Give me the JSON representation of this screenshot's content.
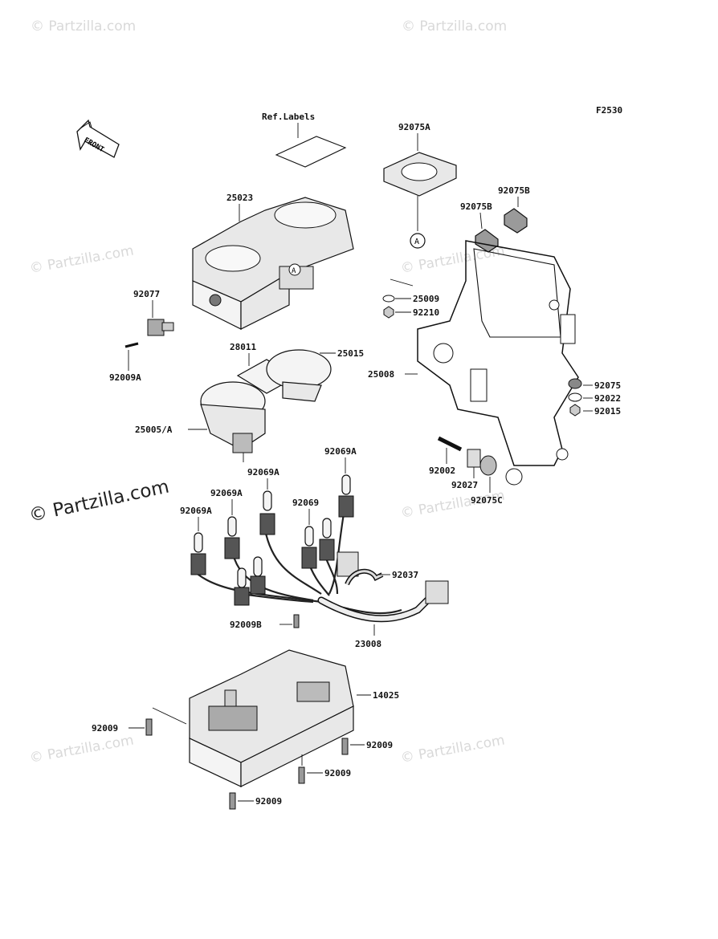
{
  "figure_code": "F2530",
  "front_label": "FRONT",
  "ref_labels": "Ref.Labels",
  "circle_marker": "A",
  "watermark": "© Partzilla.com",
  "parts": {
    "p25023": "25023",
    "p92077": "92077",
    "p92009A": "92009A",
    "p28011": "28011",
    "p25015": "25015",
    "p25005A": "25005/A",
    "p92075A": "92075A",
    "p92075B_1": "92075B",
    "p92075B_2": "92075B",
    "p25009": "25009",
    "p92210": "92210",
    "p25008": "25008",
    "p92075": "92075",
    "p92022": "92022",
    "p92015": "92015",
    "p92002": "92002",
    "p92027": "92027",
    "p92075C": "92075C",
    "p92069A_1": "92069A",
    "p92069A_2": "92069A",
    "p92069A_3": "92069A",
    "p92069A_4": "92069A",
    "p92069": "92069",
    "p92037": "92037",
    "p92009B": "92009B",
    "p23008": "23008",
    "p14025": "14025",
    "p92009_1": "92009",
    "p92009_2": "92009",
    "p92009_3": "92009",
    "p92009_4": "92009"
  }
}
